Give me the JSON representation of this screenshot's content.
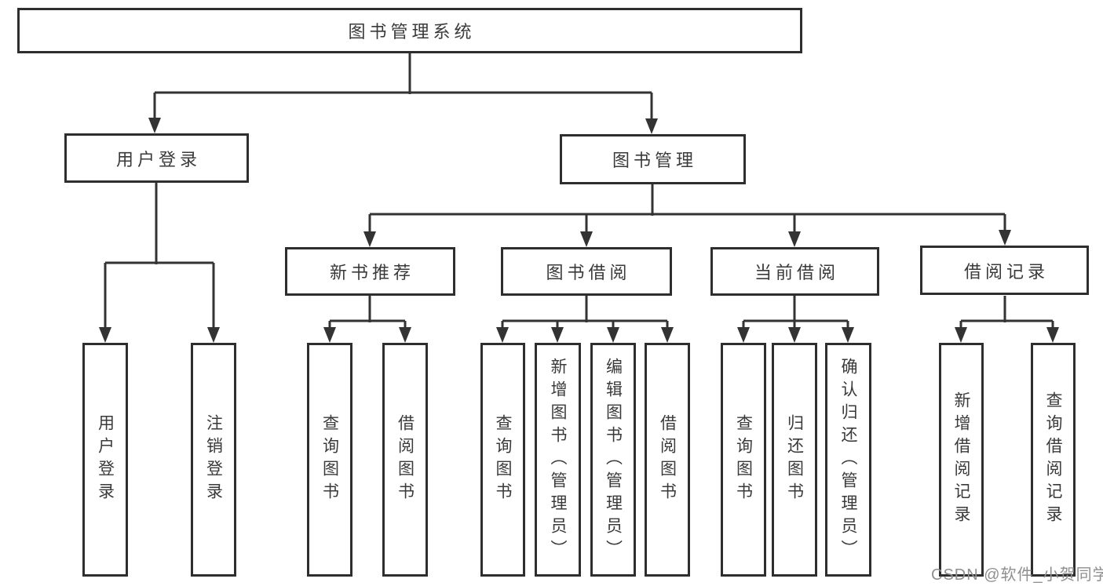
{
  "diagram": {
    "root": {
      "label": "图书管理系统",
      "children": [
        {
          "label": "用户登录",
          "children": [
            {
              "label": "用户登录"
            },
            {
              "label": "注销登录"
            }
          ]
        },
        {
          "label": "图书管理",
          "children": [
            {
              "label": "新书推荐",
              "children": [
                {
                  "label": "查询图书"
                },
                {
                  "label": "借阅图书"
                }
              ]
            },
            {
              "label": "图书借阅",
              "children": [
                {
                  "label": "查询图书"
                },
                {
                  "label": "新增图书（管理员）"
                },
                {
                  "label": "编辑图书（管理员）"
                },
                {
                  "label": "借阅图书"
                }
              ]
            },
            {
              "label": "当前借阅",
              "children": [
                {
                  "label": "查询图书"
                },
                {
                  "label": "归还图书"
                },
                {
                  "label": "确认归还（管理员）"
                }
              ]
            },
            {
              "label": "借阅记录",
              "children": [
                {
                  "label": "新增借阅记录"
                },
                {
                  "label": "查询借阅记录"
                }
              ]
            }
          ]
        }
      ]
    },
    "colors": {
      "line": "#333333",
      "box_border": "#2e2e2e",
      "text": "#3a3a3a",
      "background": "#ffffff"
    }
  },
  "watermark": {
    "text": "CSDN @软件_小贺同学",
    "color": "#8f8f8f"
  }
}
